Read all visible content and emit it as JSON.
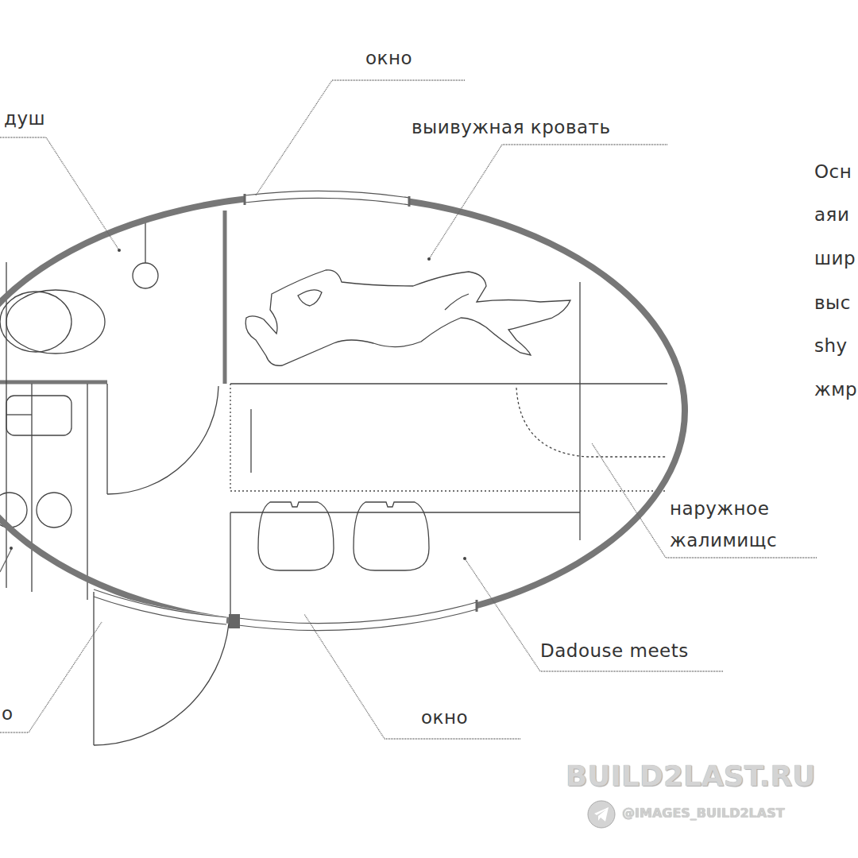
{
  "diagram": {
    "labels": [
      "окно",
      "душ",
      "выивужная кровать",
      "Осн",
      "аяи",
      "шир",
      "выс",
      "shy",
      "жмр",
      "наружное жалимищс",
      "Dadouse meets",
      "окно",
      "о",
      "BUILD2LAST.RU",
      "@IMAGES_BUILD2LAST"
    ]
  }
}
